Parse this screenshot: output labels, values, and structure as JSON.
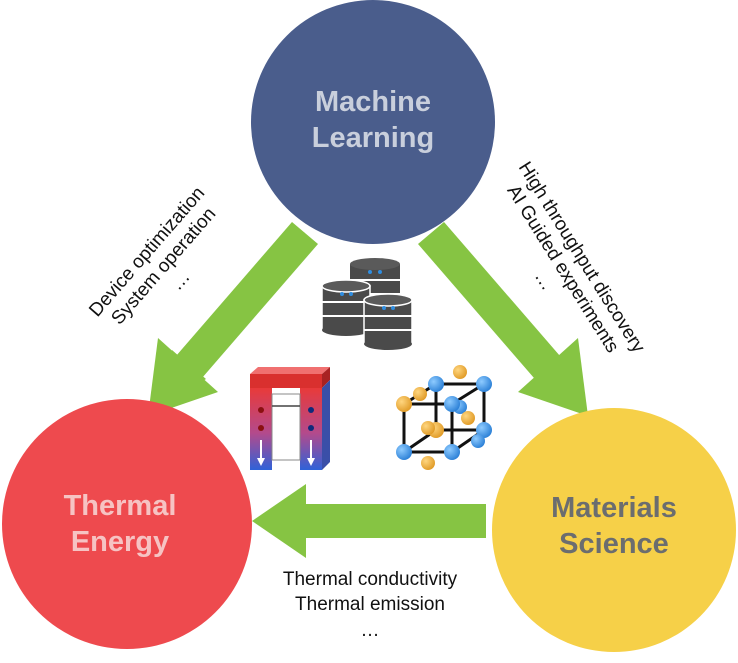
{
  "nodes": {
    "machine_learning": {
      "lines": [
        "Machine",
        "Learning"
      ],
      "fill": "#4a5d8c",
      "text_color": "#c9cfdc"
    },
    "thermal_energy": {
      "lines": [
        "Thermal",
        "Energy"
      ],
      "fill": "#ee4a4e",
      "text_color": "#f6c3c3"
    },
    "materials_science": {
      "lines": [
        "Materials",
        "Science"
      ],
      "fill": "#f6d048",
      "text_color": "#6b6d6f"
    }
  },
  "edges": {
    "ml_to_thermal": {
      "lines": [
        "Device optimization",
        "System operation",
        "…"
      ]
    },
    "ml_to_materials": {
      "lines": [
        "High throughput discovery",
        "AI Guided experiments",
        "…"
      ]
    },
    "materials_to_thermal": {
      "lines": [
        "Thermal conductivity",
        "Thermal emission",
        "…"
      ]
    }
  },
  "colors": {
    "arrow": "#86c443",
    "database": "#4a4a4a",
    "atom_gold": "#e9a12b",
    "atom_blue": "#2f8de0"
  },
  "icons": [
    "database-icon",
    "thermoelectric-device-icon",
    "crystal-lattice-icon"
  ]
}
